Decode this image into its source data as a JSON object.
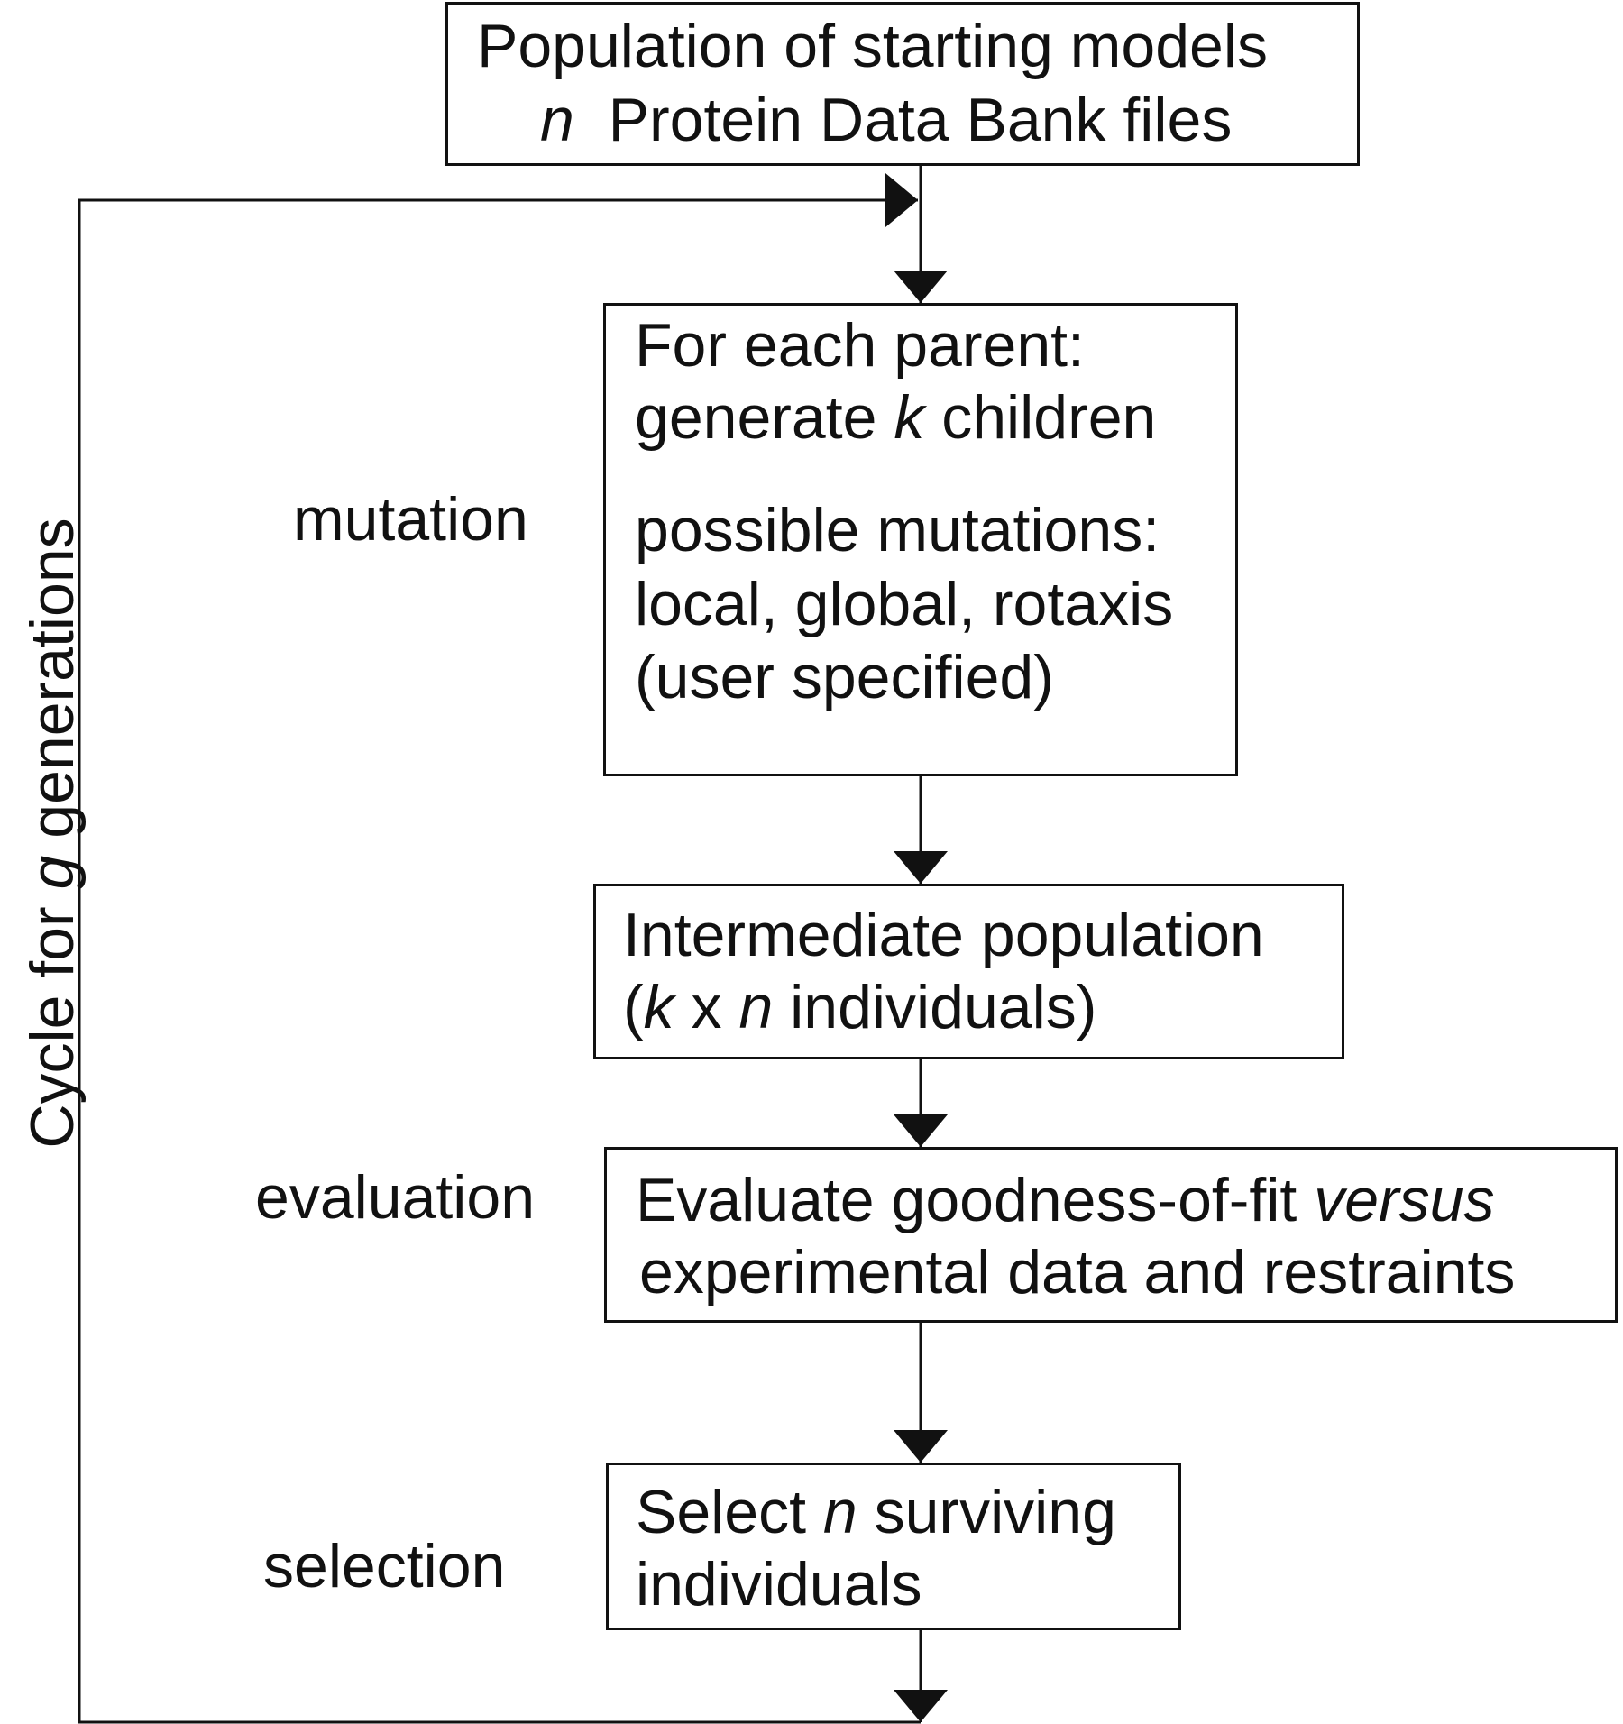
{
  "cycle_label": {
    "prefix": "Cycle for ",
    "var": "g",
    "suffix": " generations"
  },
  "boxes": {
    "population": {
      "line1": "Population of starting models",
      "line2_var": "n",
      "line2_text": "Protein Data Bank  files"
    },
    "mutation": {
      "line1": "For each parent:",
      "line2_pre": "generate ",
      "line2_var": "k",
      "line2_post": " children",
      "line3": "possible mutations:",
      "line4": "local, global, rotaxis",
      "line5": "(user specified)"
    },
    "intermediate": {
      "line1": "Intermediate population",
      "line2_open": "(",
      "line2_var1": "k",
      "line2_mid": " x ",
      "line2_var2": "n",
      "line2_post": " individuals)"
    },
    "evaluate": {
      "line1_pre": "Evaluate goodness-of-fit ",
      "line1_var": "versus",
      "line2": "experimental data and restraints"
    },
    "select": {
      "line1_pre": "Select ",
      "line1_var": "n",
      "line1_post": " surviving",
      "line2": "individuals"
    }
  },
  "stage_labels": {
    "mutation": "mutation",
    "evaluation": "evaluation",
    "selection": "selection"
  }
}
